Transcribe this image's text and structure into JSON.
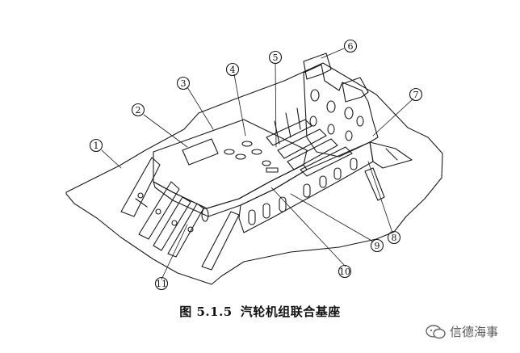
{
  "figure": {
    "caption_number": "图 5.1.5",
    "caption_title": "汽轮机组联合基座"
  },
  "callouts": [
    "①",
    "②",
    "③",
    "④",
    "⑤",
    "⑥",
    "⑦",
    "⑧",
    "⑨",
    "⑩",
    "⑪"
  ],
  "watermark": {
    "text": "信德海事",
    "icon": "wechat-bubble-icon"
  }
}
